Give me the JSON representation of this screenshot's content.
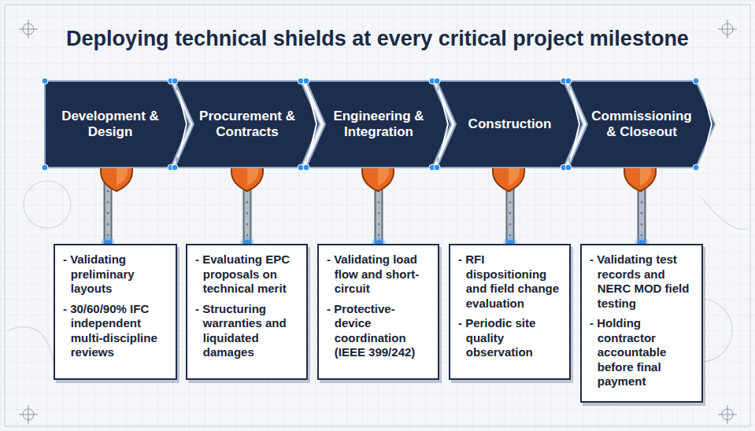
{
  "diagram": {
    "title": "Deploying technical shields at every critical project milestone",
    "nodes": [
      {
        "text": [
          "Development & Design"
        ]
      },
      {
        "text": [
          "Procurement & Contracts"
        ]
      },
      {
        "text": [
          "Engineering & Integration"
        ]
      },
      {
        "text": [
          "Construction"
        ]
      },
      {
        "text": [
          "Commissioning & Closeout"
        ]
      },
      {
        "text": [
          "- Validating preliminary layouts",
          "- 30/60/90% IFC independent multi-discipline reviews"
        ]
      },
      {
        "text": [
          "- Evaluating EPC proposals on technical merit",
          "- Structuring warranties and liquidated damages"
        ]
      },
      {
        "text": [
          "- Validating load flow and short-circuit",
          "- Protective-device coordination (IEEE 399/242)"
        ]
      },
      {
        "text": [
          "- RFI dispositioning and field change evaluation",
          "- Periodic site quality observation"
        ]
      },
      {
        "text": [
          "- Validating test records and NERC MOD field testing",
          "- Holding contractor accountable before final payment"
        ]
      }
    ],
    "edges": [
      {
        "from": 0,
        "to": 5,
        "arrow": "none"
      },
      {
        "from": 1,
        "to": 6,
        "arrow": "none"
      },
      {
        "from": 2,
        "to": 7,
        "arrow": "none"
      },
      {
        "from": 3,
        "to": 8,
        "arrow": "none"
      },
      {
        "from": 4,
        "to": 9,
        "arrow": "none"
      }
    ]
  }
}
